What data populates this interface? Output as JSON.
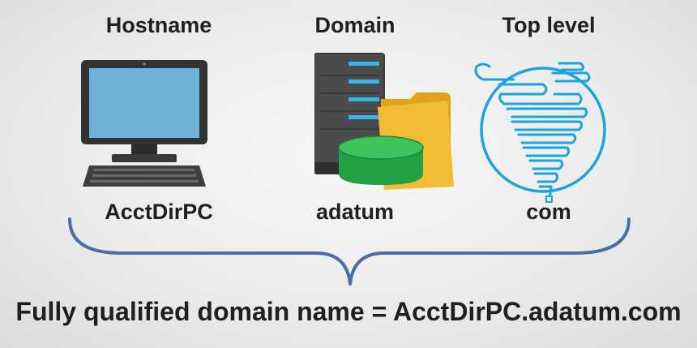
{
  "columns": [
    {
      "header": "Hostname",
      "value": "AcctDirPC",
      "icon": "computer-icon"
    },
    {
      "header": "Domain",
      "value": "adatum",
      "icon": "server-folder-database-icon"
    },
    {
      "header": "Top level",
      "value": "com",
      "icon": "globe-icon"
    }
  ],
  "fqdn": "Fully qualified domain name = AcctDirPC.adatum.com",
  "colors": {
    "text": "#1f1f1f",
    "brace": "#4a6fa5",
    "screen": "#6fb2d8",
    "monitor": "#333333",
    "server": "#4b4b4b",
    "server_light": "#36b6e8",
    "folder": "#f0b429",
    "database": "#2db34a",
    "globe": "#1aa3dc"
  }
}
